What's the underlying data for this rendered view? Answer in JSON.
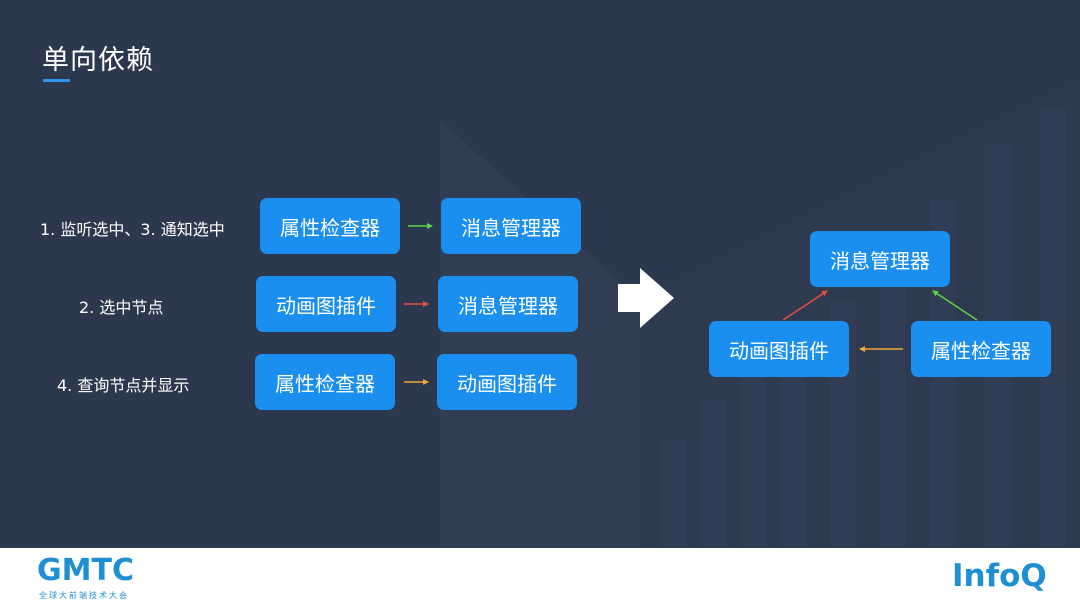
{
  "slide": {
    "title": "单向依赖"
  },
  "left": {
    "rows": [
      {
        "label": "1. 监听选中、3. 通知选中",
        "from": "属性检查器",
        "to": "消息管理器",
        "arrow_color": "#5dd34a"
      },
      {
        "label": "2. 选中节点",
        "from": "动画图插件",
        "to": "消息管理器",
        "arrow_color": "#e2503d"
      },
      {
        "label": "4. 查询节点并显示",
        "from": "属性检查器",
        "to": "动画图插件",
        "arrow_color": "#f1a53a"
      }
    ]
  },
  "right": {
    "top": "消息管理器",
    "bottom_left": "动画图插件",
    "bottom_right": "属性检查器"
  },
  "colors": {
    "background": "#2c384d",
    "box": "#1a8ff0",
    "accent_line": "#2e95ee",
    "arrow_green": "#5dd34a",
    "arrow_red": "#e2503d",
    "arrow_orange": "#f1a53a"
  },
  "footer": {
    "left_logo": "GMTC",
    "left_logo_sub": "全球大前端技术大会",
    "right_logo": "InfoQ"
  }
}
